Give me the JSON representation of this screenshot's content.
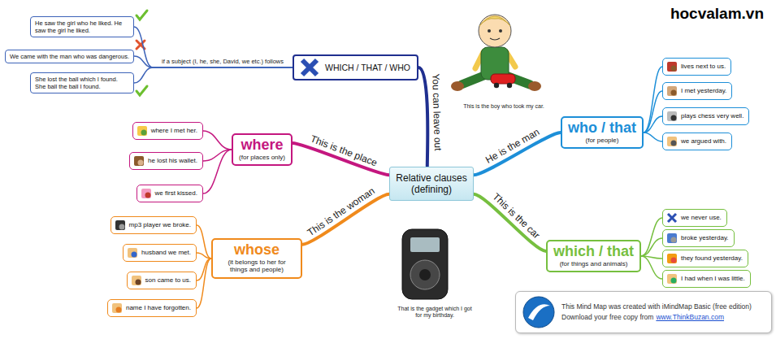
{
  "diagram": {
    "nodes": [
      {
        "text": [
          "Relative clauses (defining)"
        ]
      },
      {
        "text": [
          "WHICH / THAT / WHO"
        ]
      },
      {
        "text": [
          "He saw the girl who he liked. He saw the girl he liked."
        ]
      },
      {
        "text": [
          "We came with the man who was dangerous."
        ]
      },
      {
        "text": [
          "She lost the ball which I found. She ball the ball I found."
        ]
      },
      {
        "text": [
          "where",
          "(for places only)"
        ]
      },
      {
        "text": [
          "where I met her."
        ]
      },
      {
        "text": [
          "he lost his wallet."
        ]
      },
      {
        "text": [
          "we first kissed."
        ]
      },
      {
        "text": [
          "whose",
          "(it belongs to her for things and people)"
        ]
      },
      {
        "text": [
          "mp3 player we broke."
        ]
      },
      {
        "text": [
          "husband we met."
        ]
      },
      {
        "text": [
          "son came to us."
        ]
      },
      {
        "text": [
          "name I have forgotten."
        ]
      },
      {
        "text": [
          "who / that",
          "(for people)"
        ]
      },
      {
        "text": [
          "lives next to us."
        ]
      },
      {
        "text": [
          "I met yesterday."
        ]
      },
      {
        "text": [
          "plays chess very well."
        ]
      },
      {
        "text": [
          "we argued with."
        ]
      },
      {
        "text": [
          "which / that",
          "(for things and animals)"
        ]
      },
      {
        "text": [
          "we never use."
        ]
      },
      {
        "text": [
          "broke yesterday."
        ]
      },
      {
        "text": [
          "they found yesterday."
        ]
      },
      {
        "text": [
          "I had when I was little."
        ]
      },
      {
        "text": [
          "This Mind Map was created with iMindMap Basic (free edition)",
          "Download your free copy from",
          "www.ThinkBuzan.com"
        ]
      }
    ],
    "edges": [
      {
        "from": 0,
        "to": 1,
        "arrow": "none",
        "label": "You can leave out"
      },
      {
        "from": 1,
        "to": 2,
        "arrow": "none"
      },
      {
        "from": 1,
        "to": 3,
        "arrow": "none",
        "label": "if a subject (I, he, she, David, we etc.) follows"
      },
      {
        "from": 1,
        "to": 4,
        "arrow": "none"
      },
      {
        "from": 0,
        "to": 5,
        "arrow": "none",
        "label": "This is the place"
      },
      {
        "from": 5,
        "to": 6,
        "arrow": "none"
      },
      {
        "from": 5,
        "to": 7,
        "arrow": "none"
      },
      {
        "from": 5,
        "to": 8,
        "arrow": "none"
      },
      {
        "from": 0,
        "to": 9,
        "arrow": "none",
        "label": "This is the woman"
      },
      {
        "from": 9,
        "to": 10,
        "arrow": "none"
      },
      {
        "from": 9,
        "to": 11,
        "arrow": "none"
      },
      {
        "from": 9,
        "to": 12,
        "arrow": "none"
      },
      {
        "from": 9,
        "to": 13,
        "arrow": "none"
      },
      {
        "from": 0,
        "to": 14,
        "arrow": "none",
        "label": "He is the man"
      },
      {
        "from": 14,
        "to": 15,
        "arrow": "none"
      },
      {
        "from": 14,
        "to": 16,
        "arrow": "none"
      },
      {
        "from": 14,
        "to": 17,
        "arrow": "none"
      },
      {
        "from": 14,
        "to": 18,
        "arrow": "none"
      },
      {
        "from": 0,
        "to": 19,
        "arrow": "none",
        "label": "This is the car"
      },
      {
        "from": 19,
        "to": 20,
        "arrow": "none"
      },
      {
        "from": 19,
        "to": 21,
        "arrow": "none"
      },
      {
        "from": 19,
        "to": 22,
        "arrow": "none"
      },
      {
        "from": 19,
        "to": 23,
        "arrow": "none"
      }
    ],
    "labels": [
      "hocvalam.vn",
      "This is the boy who took my car.",
      "That is the gadget which I got for my birthday."
    ]
  }
}
